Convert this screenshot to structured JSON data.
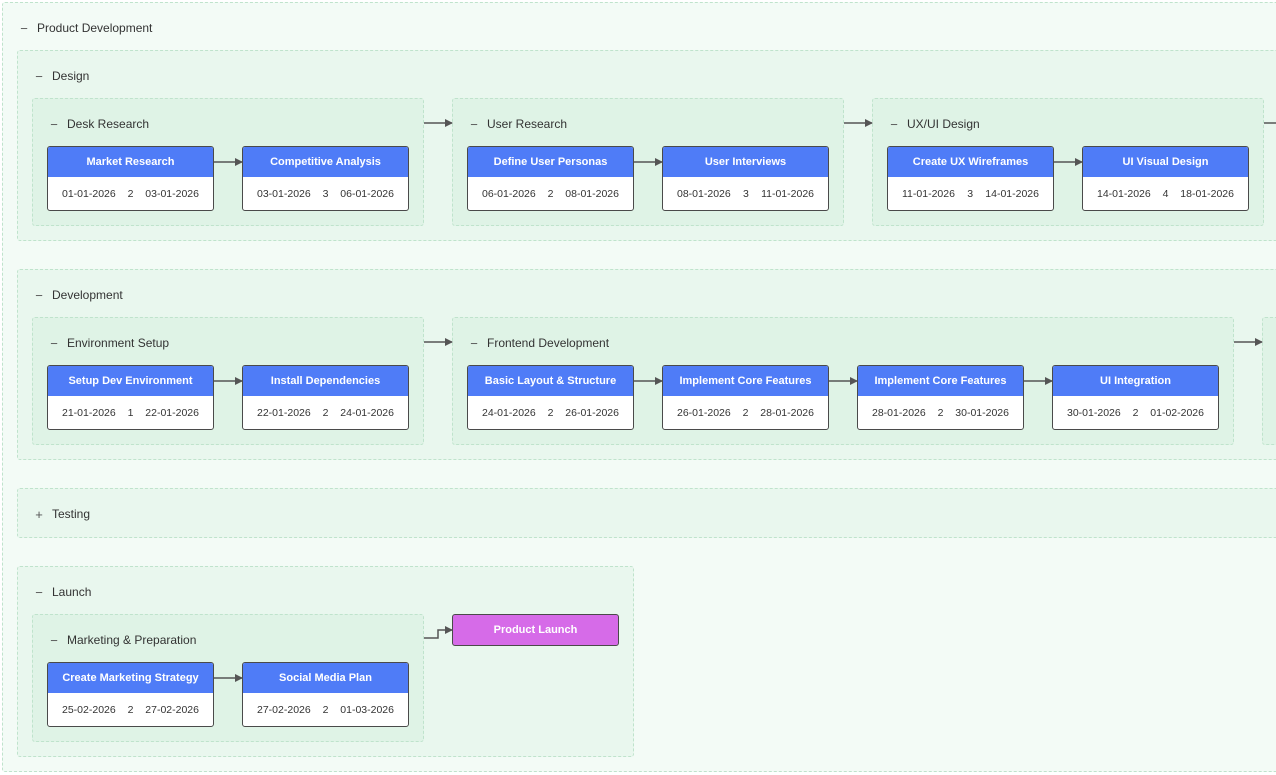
{
  "colors": {
    "task_header": "#4f7cf7",
    "milestone": "#d66be8",
    "group_border": "#bfe3cc"
  },
  "toggle_icons": {
    "collapse": "−",
    "expand": "+"
  },
  "root": {
    "title": "Product Development"
  },
  "design": {
    "title": "Design",
    "desk": {
      "title": "Desk Research",
      "t1": {
        "name": "Market Research",
        "start": "01-01-2026",
        "dur": "2",
        "end": "03-01-2026"
      },
      "t2": {
        "name": "Competitive Analysis",
        "start": "03-01-2026",
        "dur": "3",
        "end": "06-01-2026"
      }
    },
    "user": {
      "title": "User Research",
      "t1": {
        "name": "Define User Personas",
        "start": "06-01-2026",
        "dur": "2",
        "end": "08-01-2026"
      },
      "t2": {
        "name": "User Interviews",
        "start": "08-01-2026",
        "dur": "3",
        "end": "11-01-2026"
      }
    },
    "ux": {
      "title": "UX/UI Design",
      "t1": {
        "name": "Create UX Wireframes",
        "start": "11-01-2026",
        "dur": "3",
        "end": "14-01-2026"
      },
      "t2": {
        "name": "UI Visual Design",
        "start": "14-01-2026",
        "dur": "4",
        "end": "18-01-2026"
      }
    }
  },
  "development": {
    "title": "Development",
    "env": {
      "title": "Environment Setup",
      "t1": {
        "name": "Setup Dev Environment",
        "start": "21-01-2026",
        "dur": "1",
        "end": "22-01-2026"
      },
      "t2": {
        "name": "Install Dependencies",
        "start": "22-01-2026",
        "dur": "2",
        "end": "24-01-2026"
      }
    },
    "frontend": {
      "title": "Frontend Development",
      "t1": {
        "name": "Basic Layout & Structure",
        "start": "24-01-2026",
        "dur": "2",
        "end": "26-01-2026"
      },
      "t2": {
        "name": "Implement Core Features",
        "start": "26-01-2026",
        "dur": "2",
        "end": "28-01-2026"
      },
      "t3": {
        "name": "Implement Core Features",
        "start": "28-01-2026",
        "dur": "2",
        "end": "30-01-2026"
      },
      "t4": {
        "name": "UI Integration",
        "start": "30-01-2026",
        "dur": "2",
        "end": "01-02-2026"
      }
    }
  },
  "testing": {
    "title": "Testing"
  },
  "launch": {
    "title": "Launch",
    "marketing": {
      "title": "Marketing & Preparation",
      "t1": {
        "name": "Create Marketing Strategy",
        "start": "25-02-2026",
        "dur": "2",
        "end": "27-02-2026"
      },
      "t2": {
        "name": "Social Media Plan",
        "start": "27-02-2026",
        "dur": "2",
        "end": "01-03-2026"
      }
    },
    "milestone": {
      "name": "Product Launch"
    }
  }
}
